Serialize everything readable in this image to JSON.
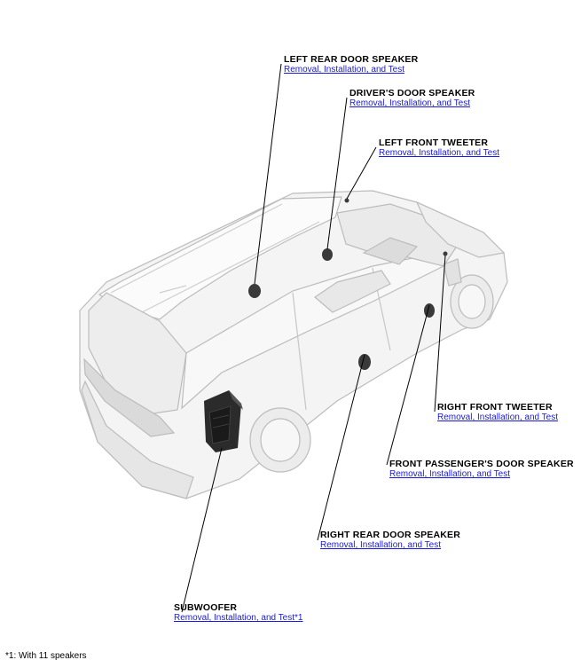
{
  "callouts": {
    "left_rear_door_speaker": {
      "title": "LEFT REAR DOOR SPEAKER",
      "link": "Removal, Installation, and Test"
    },
    "drivers_door_speaker": {
      "title": "DRIVER'S DOOR SPEAKER",
      "link": "Removal, Installation, and Test"
    },
    "left_front_tweeter": {
      "title": "LEFT FRONT TWEETER",
      "link": "Removal, Installation, and Test"
    },
    "right_front_tweeter": {
      "title": "RIGHT FRONT TWEETER",
      "link": "Removal, Installation, and Test"
    },
    "front_passengers_door_speaker": {
      "title": "FRONT PASSENGER'S DOOR SPEAKER",
      "link": "Removal, Installation, and Test"
    },
    "right_rear_door_speaker": {
      "title": "RIGHT REAR DOOR SPEAKER",
      "link": "Removal, Installation, and Test"
    },
    "subwoofer": {
      "title": "SUBWOOFER",
      "link": "Removal, Installation, and Test*1"
    }
  },
  "footnote": "*1: With 11 speakers"
}
